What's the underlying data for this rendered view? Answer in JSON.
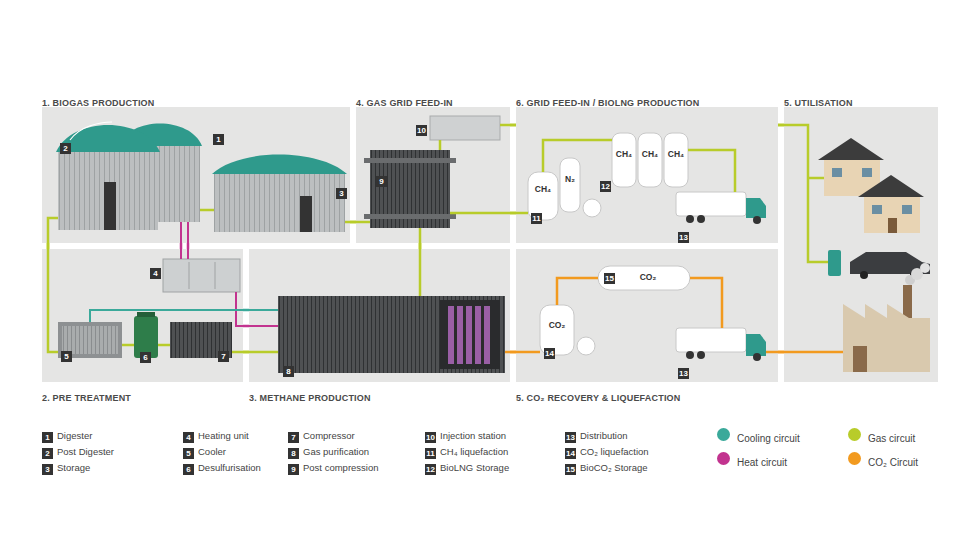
{
  "diagram": {
    "nodes": [
      {
        "text": [
          "1. BIOGAS PRODUCTION"
        ]
      },
      {
        "text": [
          "4. GAS GRID FEED-IN"
        ]
      },
      {
        "text": [
          "6. GRID FEED-IN / BIOLNG PRODUCTION"
        ]
      },
      {
        "text": [
          "5. UTILISATION"
        ]
      },
      {
        "text": [
          "2. PRE TREATMENT"
        ]
      },
      {
        "text": [
          "3. METHANE PRODUCTION"
        ]
      },
      {
        "text": [
          "5. CO₂ RECOVERY & LIQUEFACTION"
        ]
      }
    ],
    "edges": [
      {
        "from": 0,
        "to": 4,
        "arrow": "none"
      },
      {
        "from": 4,
        "to": 0,
        "arrow": "none"
      },
      {
        "from": 4,
        "to": 0,
        "arrow": "none"
      },
      {
        "from": 4,
        "to": 5,
        "arrow": "none"
      },
      {
        "from": 4,
        "to": 5,
        "arrow": "none"
      },
      {
        "from": 4,
        "to": 5,
        "arrow": "none"
      },
      {
        "from": 5,
        "to": 1,
        "arrow": "none"
      },
      {
        "from": 0,
        "to": 1,
        "arrow": "none"
      },
      {
        "from": 1,
        "to": 2,
        "arrow": "none"
      },
      {
        "from": 1,
        "to": 3,
        "arrow": "none"
      },
      {
        "from": 5,
        "to": 6,
        "arrow": "none"
      },
      {
        "from": 6,
        "to": 3,
        "arrow": "none"
      }
    ],
    "labels": [
      "1",
      "2",
      "3",
      "4",
      "5",
      "6",
      "7",
      "8",
      "9",
      "10",
      "11",
      "12",
      "13",
      "13",
      "14",
      "15",
      "CH₄",
      "N₂",
      "CH₄",
      "CH₄",
      "CH₄",
      "CO₂",
      "CO₂",
      "1",
      "Digester",
      "2",
      "Post Digester",
      "3",
      "Storage",
      "4",
      "Heating unit",
      "5",
      "Cooler",
      "6",
      "Desulfurisation",
      "7",
      "Compressor",
      "8",
      "Gas purification",
      "9",
      "Post compression",
      "10",
      "Injection station",
      "11",
      "CH₄ liquefaction",
      "12",
      "BioLNG Storage",
      "13",
      "Distribution",
      "14",
      "CO₂ liquefaction",
      "15",
      "BioCO₂ Storage"
    ],
    "legend": [
      {
        "text": "Cooling circuit",
        "color": "#3aa99a"
      },
      {
        "text": "Heat circuit",
        "color": "#c2338f"
      },
      {
        "text": "Gas circuit",
        "color": "#b8cc2a"
      },
      {
        "text": "CO₂ Circuit",
        "color": "#f29a1f"
      }
    ]
  }
}
